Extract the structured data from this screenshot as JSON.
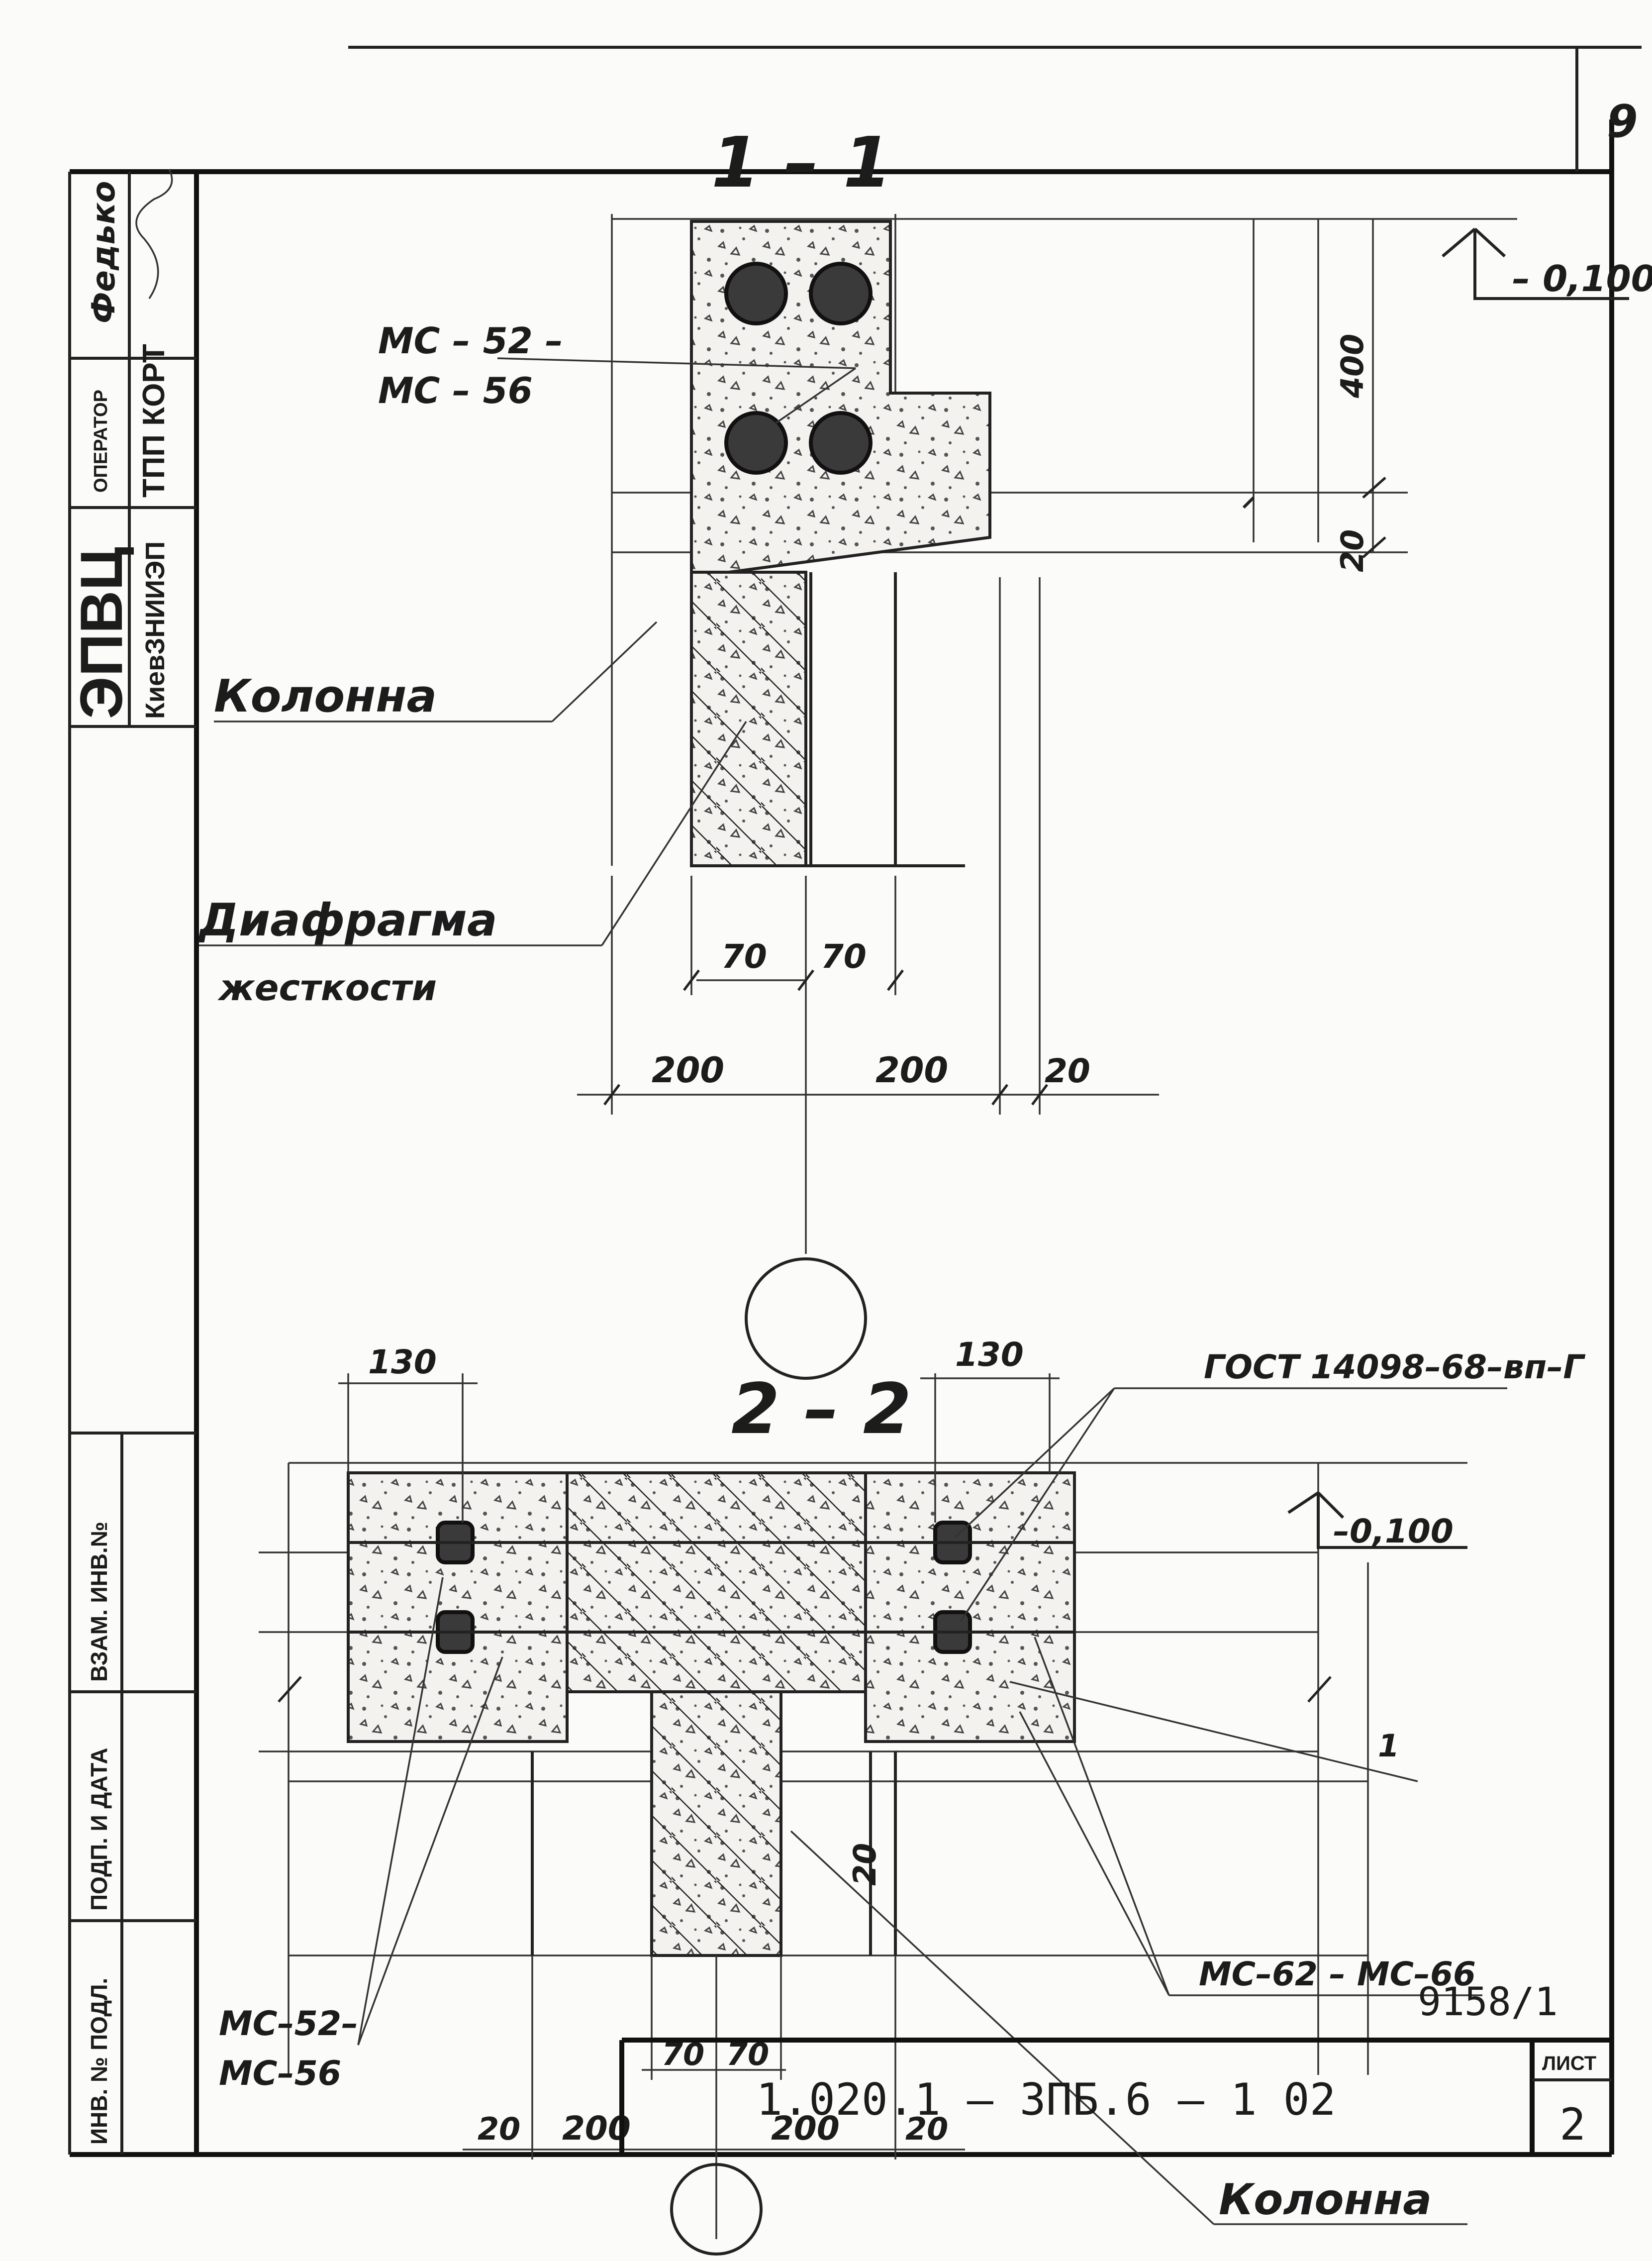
{
  "sheet": {
    "page_number": "9",
    "doc_code": "1.020.1 – 3ПБ.6 – 1   02",
    "list_label": "ЛИСТ",
    "list_number": "2",
    "archive_number": "9158/1"
  },
  "stamp": {
    "org_main": "ЭПВЦ",
    "org_sub": "КиевЗНИИЭП",
    "operator_label": "ОПЕРАТОР",
    "operator_value": "ТПП КОРТ",
    "signature_name": "Федько",
    "margin_fields": [
      "ВЗАМ. ИНВ.№",
      "ПОДП. И ДАТА",
      "ИНВ. № ПОДЛ."
    ]
  },
  "section_1": {
    "title": "1 – 1",
    "elevation": "– 0,100",
    "bars_label_1": "МС – 52 –",
    "bars_label_2": "МС – 56",
    "column_label": "Колонна",
    "diaphragm_label_1": "Диафрагма",
    "diaphragm_label_2": "жесткости",
    "dims": {
      "height_400": "400",
      "height_20": "20",
      "w70a": "70",
      "w70b": "70",
      "w200a": "200",
      "w200b": "200",
      "w20": "20"
    }
  },
  "section_2": {
    "title": "2 – 2",
    "gost_label": "ГОСТ 14098–68–вп–Г",
    "elevation": "–0,100",
    "mark_1": "1",
    "bars_right": "МС–62 – МС–66",
    "bars_left_1": "МС–52–",
    "bars_left_2": "МС–56",
    "column_label": "Колонна",
    "dims": {
      "w130a": "130",
      "w130b": "130",
      "h20": "20",
      "w70a": "70",
      "w70b": "70",
      "w20a": "20",
      "w200a": "200",
      "w200b": "200",
      "w20b": "20"
    }
  }
}
